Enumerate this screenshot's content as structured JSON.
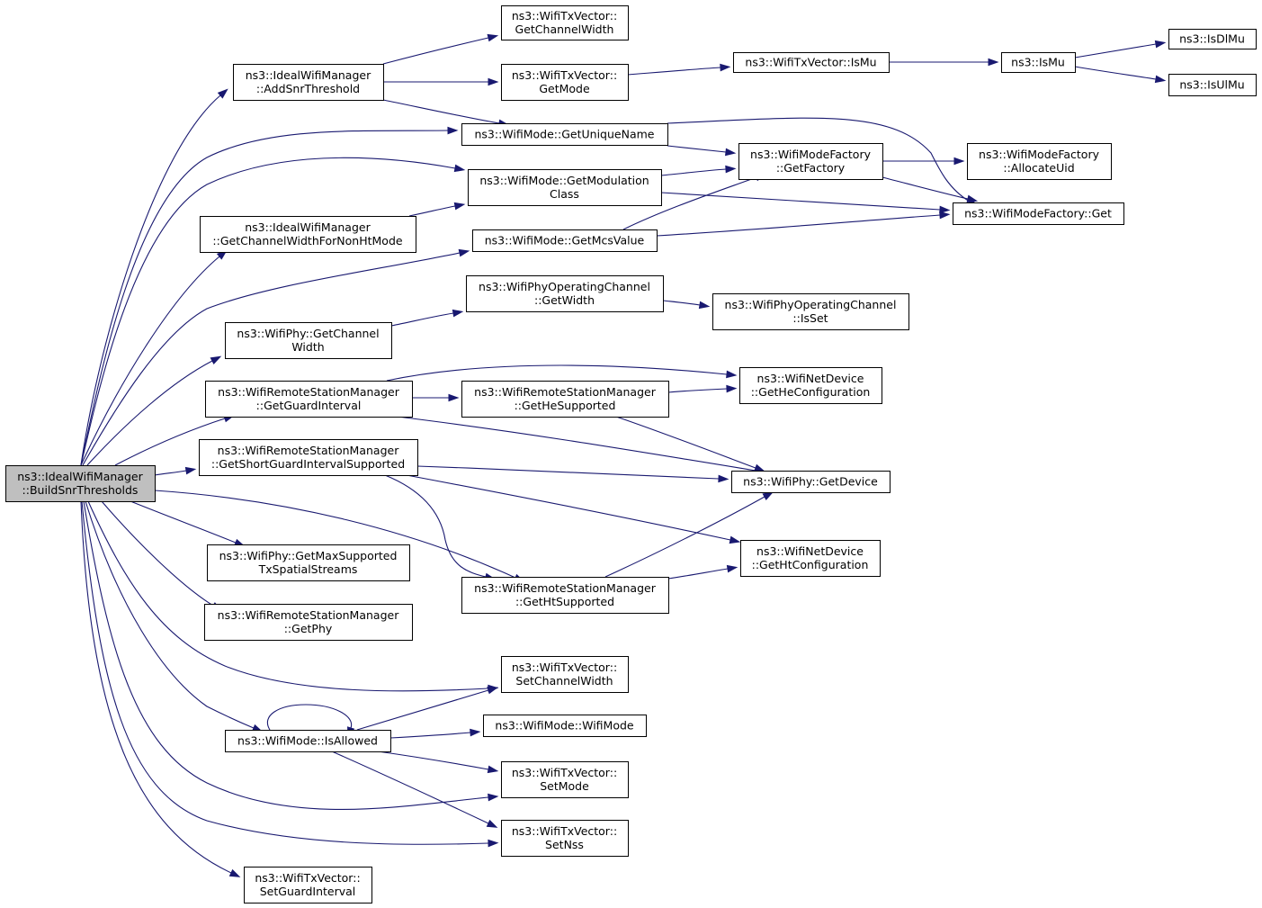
{
  "nodes": [
    {
      "id": "root",
      "lines": [
        "ns3::IdealWifiManager",
        "::BuildSnrThresholds"
      ],
      "root": true
    },
    {
      "id": "addSnr",
      "lines": [
        "ns3::IdealWifiManager",
        "::AddSnrThreshold"
      ]
    },
    {
      "id": "txGetChW",
      "lines": [
        "ns3::WifiTxVector::",
        "GetChannelWidth"
      ]
    },
    {
      "id": "txGetMode",
      "lines": [
        "ns3::WifiTxVector::",
        "GetMode"
      ]
    },
    {
      "id": "txIsMu",
      "lines": [
        "ns3::WifiTxVector::IsMu"
      ]
    },
    {
      "id": "isMu",
      "lines": [
        "ns3::IsMu"
      ]
    },
    {
      "id": "isDlMu",
      "lines": [
        "ns3::IsDlMu"
      ]
    },
    {
      "id": "isUlMu",
      "lines": [
        "ns3::IsUlMu"
      ]
    },
    {
      "id": "uniqueName",
      "lines": [
        "ns3::WifiMode::GetUniqueName"
      ]
    },
    {
      "id": "modeFactoryGetFactory",
      "lines": [
        "ns3::WifiModeFactory",
        "::GetFactory"
      ]
    },
    {
      "id": "allocUid",
      "lines": [
        "ns3::WifiModeFactory",
        "::AllocateUid"
      ]
    },
    {
      "id": "modClass",
      "lines": [
        "ns3::WifiMode::GetModulation",
        "Class"
      ]
    },
    {
      "id": "factoryGet",
      "lines": [
        "ns3::WifiModeFactory::Get"
      ]
    },
    {
      "id": "chwNonHt",
      "lines": [
        "ns3::IdealWifiManager",
        "::GetChannelWidthForNonHtMode"
      ]
    },
    {
      "id": "mcsValue",
      "lines": [
        "ns3::WifiMode::GetMcsValue"
      ]
    },
    {
      "id": "opChWidth",
      "lines": [
        "ns3::WifiPhyOperatingChannel",
        "::GetWidth"
      ]
    },
    {
      "id": "opChIsSet",
      "lines": [
        "ns3::WifiPhyOperatingChannel",
        "::IsSet"
      ]
    },
    {
      "id": "phyGetChW",
      "lines": [
        "ns3::WifiPhy::GetChannel",
        "Width"
      ]
    },
    {
      "id": "rsmGuard",
      "lines": [
        "ns3::WifiRemoteStationManager",
        "::GetGuardInterval"
      ]
    },
    {
      "id": "rsmHeSup",
      "lines": [
        "ns3::WifiRemoteStationManager",
        "::GetHeSupported"
      ]
    },
    {
      "id": "heConfig",
      "lines": [
        "ns3::WifiNetDevice",
        "::GetHeConfiguration"
      ]
    },
    {
      "id": "rsmShortGI",
      "lines": [
        "ns3::WifiRemoteStationManager",
        "::GetShortGuardIntervalSupported"
      ]
    },
    {
      "id": "phyGetDevice",
      "lines": [
        "ns3::WifiPhy::GetDevice"
      ]
    },
    {
      "id": "htConfig",
      "lines": [
        "ns3::WifiNetDevice",
        "::GetHtConfiguration"
      ]
    },
    {
      "id": "phyMaxSS",
      "lines": [
        "ns3::WifiPhy::GetMaxSupported",
        "TxSpatialStreams"
      ]
    },
    {
      "id": "rsmHtSup",
      "lines": [
        "ns3::WifiRemoteStationManager",
        "::GetHtSupported"
      ]
    },
    {
      "id": "rsmGetPhy",
      "lines": [
        "ns3::WifiRemoteStationManager",
        "::GetPhy"
      ]
    },
    {
      "id": "txSetChW",
      "lines": [
        "ns3::WifiTxVector::",
        "SetChannelWidth"
      ]
    },
    {
      "id": "isAllowed",
      "lines": [
        "ns3::WifiMode::IsAllowed"
      ]
    },
    {
      "id": "wifiModeCtor",
      "lines": [
        "ns3::WifiMode::WifiMode"
      ]
    },
    {
      "id": "txSetMode",
      "lines": [
        "ns3::WifiTxVector::",
        "SetMode"
      ]
    },
    {
      "id": "txSetNss",
      "lines": [
        "ns3::WifiTxVector::",
        "SetNss"
      ]
    },
    {
      "id": "txSetGI",
      "lines": [
        "ns3::WifiTxVector::",
        "SetGuardInterval"
      ]
    }
  ],
  "edges": [
    {
      "from": "root",
      "to": "addSnr"
    },
    {
      "from": "root",
      "to": "uniqueName"
    },
    {
      "from": "root",
      "to": "modClass"
    },
    {
      "from": "root",
      "to": "chwNonHt"
    },
    {
      "from": "root",
      "to": "mcsValue"
    },
    {
      "from": "root",
      "to": "phyGetChW"
    },
    {
      "from": "root",
      "to": "rsmGuard"
    },
    {
      "from": "root",
      "to": "rsmShortGI"
    },
    {
      "from": "root",
      "to": "phyMaxSS"
    },
    {
      "from": "root",
      "to": "rsmHtSup"
    },
    {
      "from": "root",
      "to": "rsmGetPhy"
    },
    {
      "from": "root",
      "to": "txSetChW"
    },
    {
      "from": "root",
      "to": "isAllowed"
    },
    {
      "from": "root",
      "to": "txSetMode"
    },
    {
      "from": "root",
      "to": "txSetNss"
    },
    {
      "from": "root",
      "to": "txSetGI"
    },
    {
      "from": "addSnr",
      "to": "txGetChW"
    },
    {
      "from": "addSnr",
      "to": "txGetMode"
    },
    {
      "from": "addSnr",
      "to": "uniqueName"
    },
    {
      "from": "txGetMode",
      "to": "txIsMu"
    },
    {
      "from": "txIsMu",
      "to": "isMu"
    },
    {
      "from": "isMu",
      "to": "isDlMu"
    },
    {
      "from": "isMu",
      "to": "isUlMu"
    },
    {
      "from": "uniqueName",
      "to": "modeFactoryGetFactory"
    },
    {
      "from": "uniqueName",
      "to": "factoryGet"
    },
    {
      "from": "modeFactoryGetFactory",
      "to": "allocUid"
    },
    {
      "from": "modeFactoryGetFactory",
      "to": "factoryGet"
    },
    {
      "from": "modClass",
      "to": "modeFactoryGetFactory"
    },
    {
      "from": "modClass",
      "to": "factoryGet"
    },
    {
      "from": "chwNonHt",
      "to": "modClass"
    },
    {
      "from": "mcsValue",
      "to": "modeFactoryGetFactory"
    },
    {
      "from": "mcsValue",
      "to": "factoryGet"
    },
    {
      "from": "phyGetChW",
      "to": "opChWidth"
    },
    {
      "from": "opChWidth",
      "to": "opChIsSet"
    },
    {
      "from": "rsmGuard",
      "to": "heConfig"
    },
    {
      "from": "rsmGuard",
      "to": "rsmHeSup"
    },
    {
      "from": "rsmGuard",
      "to": "phyGetDevice"
    },
    {
      "from": "rsmHeSup",
      "to": "heConfig"
    },
    {
      "from": "rsmHeSup",
      "to": "phyGetDevice"
    },
    {
      "from": "rsmShortGI",
      "to": "phyGetDevice"
    },
    {
      "from": "rsmShortGI",
      "to": "htConfig"
    },
    {
      "from": "rsmShortGI",
      "to": "rsmHtSup"
    },
    {
      "from": "rsmHtSup",
      "to": "phyGetDevice"
    },
    {
      "from": "rsmHtSup",
      "to": "htConfig"
    },
    {
      "from": "isAllowed",
      "to": "isAllowed"
    },
    {
      "from": "isAllowed",
      "to": "txSetChW"
    },
    {
      "from": "isAllowed",
      "to": "wifiModeCtor"
    },
    {
      "from": "isAllowed",
      "to": "txSetMode"
    },
    {
      "from": "isAllowed",
      "to": "txSetNss"
    }
  ]
}
